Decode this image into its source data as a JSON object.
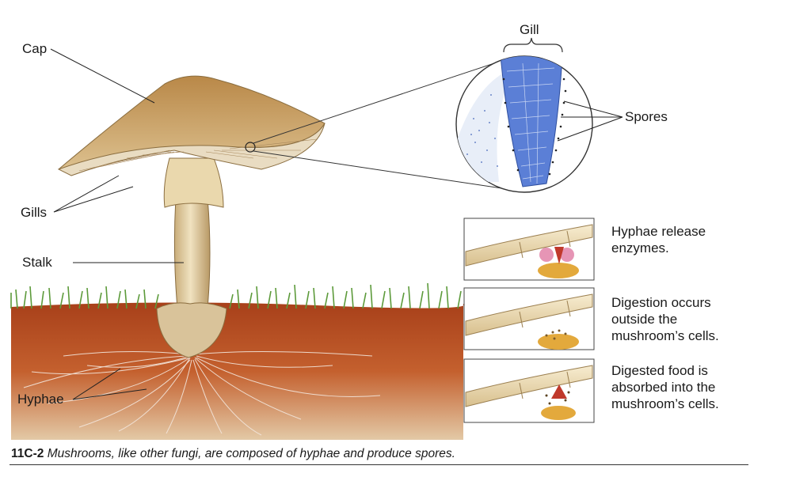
{
  "labels": {
    "cap": "Cap",
    "gills": "Gills",
    "stalk": "Stalk",
    "hyphae": "Hyphae",
    "gill": "Gill",
    "spores": "Spores"
  },
  "steps": [
    {
      "text": "Hyphae release enzymes."
    },
    {
      "text": "Digestion occurs outside the mushroom’s cells."
    },
    {
      "text": "Digested food is absorbed into the mushroom’s cells."
    }
  ],
  "caption": {
    "number": "11C-2",
    "text": "Mushrooms, like other fungi, are composed of hyphae and produce spores."
  },
  "colors": {
    "soil": "#b8491f",
    "grass": "#5c9a3a",
    "cap": "#c9a265",
    "stalk": "#e6d3a7",
    "gill_tissue": "#5b7fd6",
    "enzyme": "#e07aa3",
    "arrow": "#c0392b",
    "food": "#e3a93c"
  }
}
